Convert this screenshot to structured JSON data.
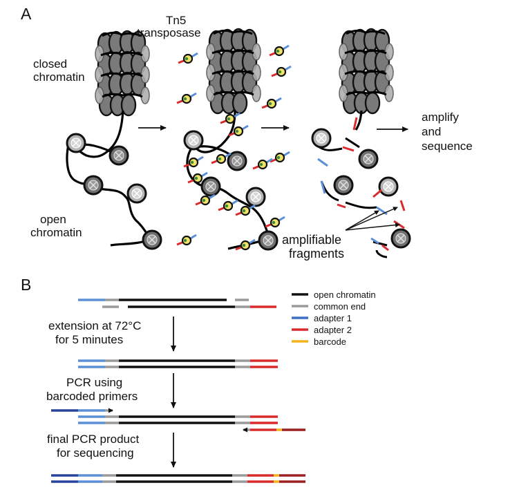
{
  "panel_a": {
    "letter": "A",
    "labels": {
      "tn5_line1": "Tn5",
      "tn5_line2": "transposase",
      "closed_line1": "closed",
      "closed_line2": "chromatin",
      "open_line1": "open",
      "open_line2": "chromatin",
      "amplify_line1": "amplify",
      "amplify_line2": "and",
      "amplify_line3": "sequence",
      "fragments_line1": "amplifiable",
      "fragments_line2": "fragments"
    }
  },
  "panel_b": {
    "letter": "B",
    "legend": [
      {
        "label": "open chromatin",
        "color": "#111111"
      },
      {
        "label": "common end",
        "color": "#9a9a9a"
      },
      {
        "label": "adapter 1",
        "color": "#3d6fc4"
      },
      {
        "label": "adapter 2",
        "color": "#d92b2b"
      },
      {
        "label": "barcode",
        "color": "#f2b31c"
      }
    ],
    "steps": [
      {
        "line1": "extension at 72°C",
        "line2": "for 5 minutes"
      },
      {
        "line1": "PCR using",
        "line2": "barcoded primers"
      },
      {
        "line1": "final PCR product",
        "line2": "for sequencing"
      }
    ]
  },
  "colors": {
    "chromatin": "#111111",
    "common_end": "#9a9a9a",
    "adapter1": "#5b8fd6",
    "adapter1_dark": "#27439a",
    "adapter2": "#d92b2b",
    "adapter2_dark": "#9c1f22",
    "barcode": "#f2b31c",
    "nucleosome": "#7a7a7a"
  }
}
